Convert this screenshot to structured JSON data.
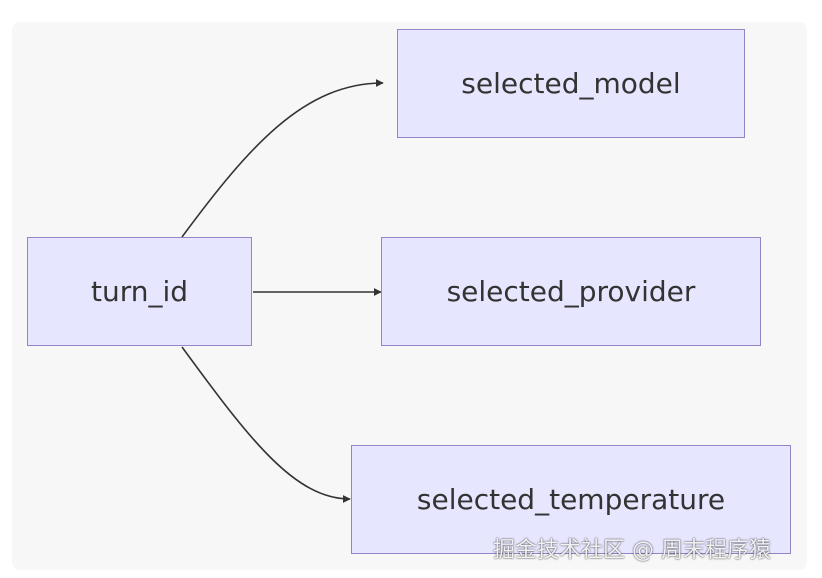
{
  "diagram": {
    "nodes": {
      "turn_id": "turn_id",
      "selected_model": "selected_model",
      "selected_provider": "selected_provider",
      "selected_temperature": "selected_temperature"
    },
    "edges": [
      {
        "from": "turn_id",
        "to": "selected_model"
      },
      {
        "from": "turn_id",
        "to": "selected_provider"
      },
      {
        "from": "turn_id",
        "to": "selected_temperature"
      }
    ]
  },
  "watermark": "掘金技术社区 @ 周末程序猿",
  "colors": {
    "node_fill": "#e7e6ff",
    "node_border": "#9485c7",
    "edge": "#333333",
    "background": "#f7f7f7"
  }
}
